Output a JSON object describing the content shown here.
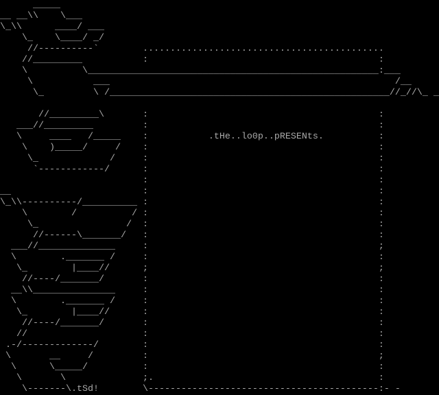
{
  "colors": {
    "background": "#000000",
    "text": "#aaaaaa"
  },
  "title_text": ".tHe..lo0p..pRESENts.",
  "signature": ".tSd!",
  "art": {
    "rows": [
      "      _____",
      "__ __\\\\    \\___",
      "\\_\\\\      ____/ ___",
      "    \\_    \\____/ _/",
      "     //----------`        ............................................",
      "    //_________           :                                          :",
      "    \\          \\_____________________________________________________:___",
      "     \\           ___                                                    /__",
      "      \\_         \\ /___________________________________________________//_//\\_ _",
      "",
      "       //_________\\       :                                          :",
      "   ___//_________         :                                          :",
      "   \\     ____   /_____    :           .tHe..lo0p..pRESENts.          :",
      "    \\    )_____/     /    :                                          :",
      "     \\_             /     :                                          :",
      "      `------------/      :                                          :",
      "                          :                                          :",
      "__                        :                                          :",
      "\\_\\\\----------/__________ :                                          :",
      "    \\        /          / :                                          :",
      "     \\_                /  :                                          :",
      "      //------\\_______/   :                                          :",
      "  ___//______________     :                                          ;",
      "  \\        ._______ /     :                                          :",
      "   \\_        |____//      ;                                          ;",
      "    //----/_______/       :                                          :",
      "  __\\\\_______________     :                                          :",
      "  \\        ._______ /     :                                          :",
      "   \\_        |____//      :                                          :",
      "    //----/_______/       :                                          :",
      "   //                     :                                          :",
      " .-/-------------/        :                                          :",
      " \\       __     /         :                                          ;",
      "  \\      \\_____/          :                                          :",
      "   \\       \\              ;.                                         :",
      "    \\-------\\.tSd!        \\------------------------------------------:- -"
    ]
  }
}
